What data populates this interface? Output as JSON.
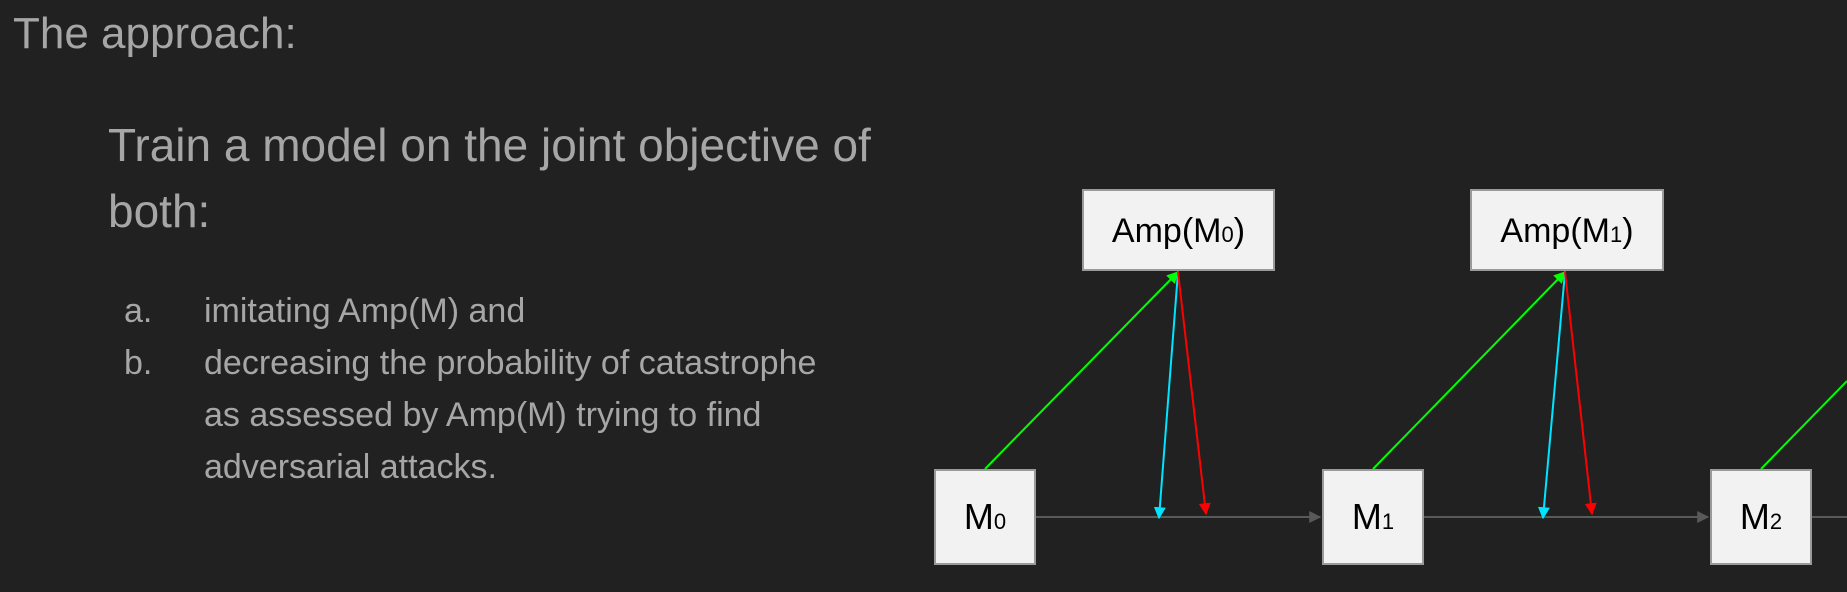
{
  "slide": {
    "heading": "The approach:",
    "intro": "Train a model on the joint objective of both:",
    "list": [
      {
        "marker": "a.",
        "text": "imitating Amp(M) and"
      },
      {
        "marker": "b.",
        "text": "decreasing the probability of catastrophe as assessed by Amp(M) trying to find adversarial attacks."
      }
    ]
  },
  "diagram": {
    "amp_nodes": [
      {
        "base": "Amp(M",
        "sub": "0",
        "close": ")"
      },
      {
        "base": "Amp(M",
        "sub": "1",
        "close": ")"
      }
    ],
    "model_nodes": [
      {
        "base": "M",
        "sub": "0"
      },
      {
        "base": "M",
        "sub": "1"
      },
      {
        "base": "M",
        "sub": "2"
      }
    ],
    "colors": {
      "box_fill": "#f2f2f2",
      "box_stroke": "#9a9a9a",
      "chain_line": "#595959",
      "up_arrow": "#00ff00",
      "feedback_a": "#00e5ff",
      "feedback_b": "#ff0000"
    }
  }
}
